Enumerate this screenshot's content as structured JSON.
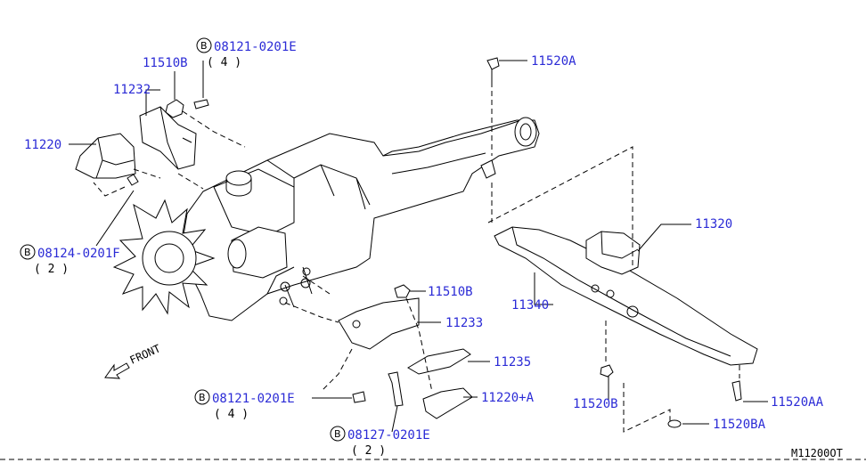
{
  "diagram": {
    "drawing_code": "M11200OT",
    "front_label": "FRONT",
    "bolt_symbol": "B",
    "callouts": [
      {
        "id": "c-08121-top",
        "text": "08121-0201E",
        "qty": "( 4 )",
        "bolt": true
      },
      {
        "id": "c-11510b-top",
        "text": "11510B"
      },
      {
        "id": "c-11232",
        "text": "11232"
      },
      {
        "id": "c-11220",
        "text": "11220"
      },
      {
        "id": "c-08124",
        "text": "08124-0201F",
        "qty": "( 2 )",
        "bolt": true
      },
      {
        "id": "c-11520a",
        "text": "11520A"
      },
      {
        "id": "c-11320",
        "text": "11320"
      },
      {
        "id": "c-11340",
        "text": "11340"
      },
      {
        "id": "c-11510b-mid",
        "text": "11510B"
      },
      {
        "id": "c-11233",
        "text": "11233"
      },
      {
        "id": "c-11235",
        "text": "11235"
      },
      {
        "id": "c-08121-bot",
        "text": "08121-0201E",
        "qty": "( 4 )",
        "bolt": true
      },
      {
        "id": "c-11220a",
        "text": "11220+A"
      },
      {
        "id": "c-08127",
        "text": "08127-0201E",
        "qty": "( 2 )",
        "bolt": true
      },
      {
        "id": "c-11520b",
        "text": "11520B"
      },
      {
        "id": "c-11520aa",
        "text": "11520AA"
      },
      {
        "id": "c-11520ba",
        "text": "11520BA"
      }
    ]
  }
}
